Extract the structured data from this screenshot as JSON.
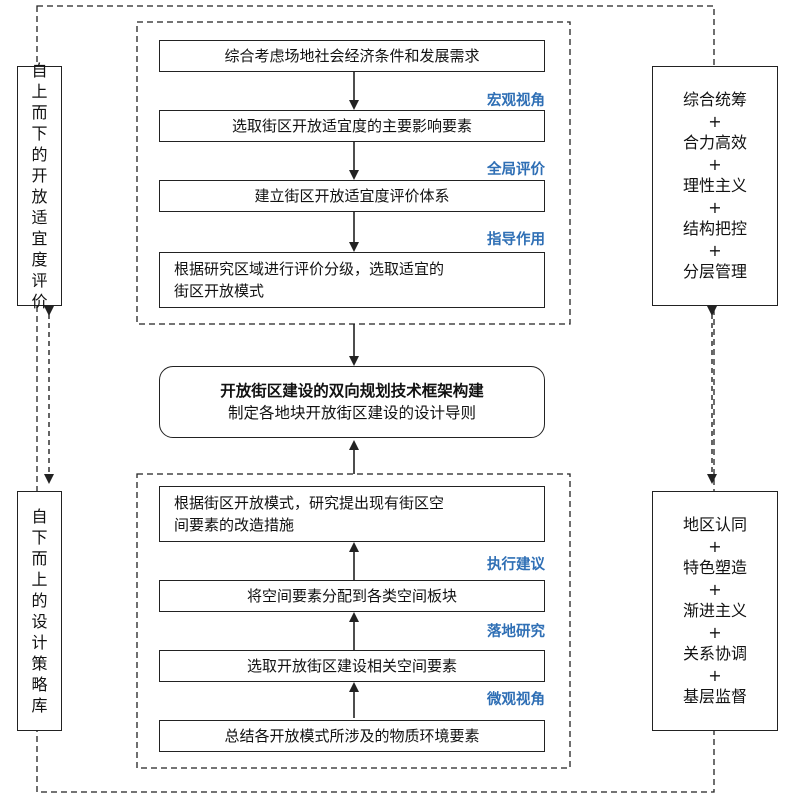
{
  "top_flow": {
    "steps": [
      "综合考虑场地社会经济条件和发展需求",
      "选取街区开放适宜度的主要影响要素",
      "建立街区开放适宜度评价体系",
      "根据研究区域进行评价分级，选取适宜的\n街区开放模式"
    ],
    "labels": [
      "宏观视角",
      "全局评价",
      "指导作用"
    ]
  },
  "central": {
    "title": "开放街区建设的双向规划技术框架构建",
    "subtitle": "制定各地块开放街区建设的设计导则"
  },
  "bottom_flow": {
    "steps": [
      "根据街区开放模式，研究提出现有街区空\n间要素的改造措施",
      "将空间要素分配到各类空间板块",
      "选取开放街区建设相关空间要素",
      "总结各开放模式所涉及的物质环境要素"
    ],
    "labels": [
      "执行建议",
      "落地研究",
      "微观视角"
    ]
  },
  "left_top": {
    "text": "自上而下的开放适宜度评价"
  },
  "left_bottom": {
    "text": "自下而上的设计策略库"
  },
  "right_top": {
    "items": [
      "综合统筹",
      "+",
      "合力高效",
      "+",
      "理性主义",
      "+",
      "结构把控",
      "+",
      "分层管理"
    ]
  },
  "right_bottom": {
    "items": [
      "地区认同",
      "+",
      "特色塑造",
      "+",
      "渐进主义",
      "+",
      "关系协调",
      "+",
      "基层监督"
    ]
  },
  "colors": {
    "label_blue": "#2f6fb5",
    "line": "#222222"
  }
}
